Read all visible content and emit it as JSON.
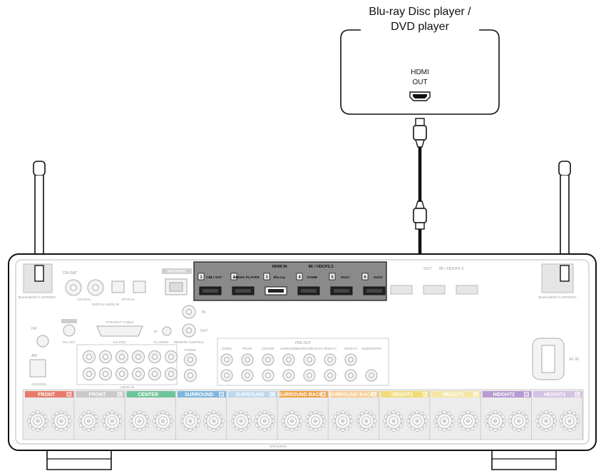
{
  "player": {
    "title_line1": "Blu-ray Disc player /",
    "title_line2": "DVD player",
    "hdmi_label_line1": "HDMI",
    "hdmi_label_line2": "OUT"
  },
  "receiver": {
    "antenna_label_left": "Bluetooth/Wi-Fi ANTENNA",
    "antenna_label_right": "Bluetooth/Wi-Fi ANTENNA",
    "network": "NETWORK",
    "hdmi_in_title": "HDMI IN",
    "hdmi_in_spec": "8K / HDCP2.3",
    "hdmi_inputs": [
      {
        "num": "1",
        "name": "CBL/ SAT"
      },
      {
        "num": "2",
        "name": "MEDIA PLAYER"
      },
      {
        "num": "3",
        "name": "Blu-ray"
      },
      {
        "num": "4",
        "name": "GAME"
      },
      {
        "num": "5",
        "name": "AUX1"
      },
      {
        "num": "6",
        "name": "AUX2"
      }
    ],
    "hdmi_out_title": "OUT",
    "hdmi_out_spec": "8K / HDCP2.3",
    "digital_in": "DIGITAL AUDIO IN",
    "coaxial": "COAXIAL",
    "optical": "OPTICAL",
    "cbl_sat": "CBL/SAT",
    "dc_out": "DC OUT",
    "rs232c": "RS-232C",
    "straight_cable": "STRAIGHT CABLE",
    "flasher": "FLASHER",
    "ir": "IR",
    "remote_control": "REMOTE CONTROL",
    "in": "IN",
    "out": "OUT",
    "fm": "FM",
    "am": "AM",
    "antenna": "ANTENNA",
    "audio_in": "AUDIO IN",
    "phono": "PHONO",
    "pre_out": "PRE OUT",
    "pre_out_channels": [
      "ZONE2",
      "FRONT",
      "CENTER",
      "SURROUND",
      "SURROUND BACK",
      "HEIGHT1",
      "HEIGHT2",
      "SUBWOOFER"
    ],
    "ac_in": "AC IN",
    "speakers": "SPEAKERS",
    "speaker_groups": [
      {
        "label": "FRONT",
        "side": "R",
        "color": "#e77b6b"
      },
      {
        "label": "FRONT",
        "side": "L",
        "color": "#c9c9c9"
      },
      {
        "label": "CENTER",
        "side": "",
        "color": "#6fc59a"
      },
      {
        "label": "SURROUND",
        "side": "R",
        "color": "#7fb6dd"
      },
      {
        "label": "SURROUND",
        "side": "L",
        "color": "#bcd8ec"
      },
      {
        "label": "SURROUND BACK",
        "side": "R",
        "color": "#efa044"
      },
      {
        "label": "SURROUND BACK",
        "side": "L",
        "color": "#f6cc8f"
      },
      {
        "label": "HEIGHT1",
        "side": "R",
        "color": "#f2dc7a"
      },
      {
        "label": "HEIGHT1",
        "side": "L",
        "color": "#f5e6a6"
      },
      {
        "label": "HEIGHT2",
        "side": "R",
        "color": "#b79bd2"
      },
      {
        "label": "HEIGHT2",
        "side": "L",
        "color": "#d5c3e4"
      }
    ]
  },
  "colors": {
    "outline": "#111111",
    "panel_gray": "#d9d9d9",
    "label_gray": "#9a9a9a",
    "hdmi_panel": "#7d7d7d"
  }
}
